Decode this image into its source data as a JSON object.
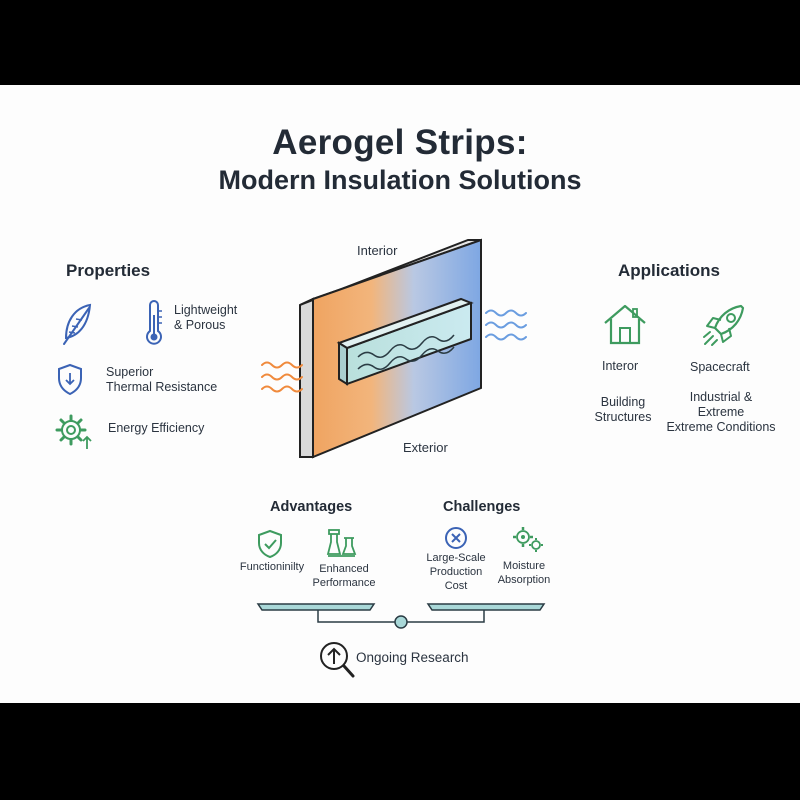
{
  "title": {
    "line1": "Aerogel Strips:",
    "line2": "Modern Insulation Solutions"
  },
  "center_diagram": {
    "top_label": "Interior",
    "bottom_label": "Exterior",
    "gradient_colors": {
      "warm": "#f0a461",
      "cool": "#7ea7e3",
      "strip": "#bfe3e6"
    },
    "heat_wave_color": "#f08a3c",
    "cool_wave_color": "#6a9de0"
  },
  "properties": {
    "heading": "Properties",
    "items": [
      {
        "icon": "feather-icon",
        "label": ""
      },
      {
        "icon": "thermometer-icon",
        "label_line1": "Lightweight",
        "label_line2": "& Porous"
      },
      {
        "icon": "shield-icon",
        "label_line1": "Superior",
        "label_line2": "Thermal Resistance"
      },
      {
        "icon": "gear-icon",
        "label": "Energy Efficiency"
      }
    ]
  },
  "applications": {
    "heading": "Applications",
    "items": [
      {
        "icon": "house-icon",
        "label": "Interor",
        "caption_line1": "Building",
        "caption_line2": "Structures"
      },
      {
        "icon": "rocket-icon",
        "label": "Spacecraft",
        "caption_line1": "Industrial &",
        "caption_line2": "Extreme",
        "caption_line3": "Extreme Conditions"
      }
    ]
  },
  "advantages": {
    "heading": "Advantages",
    "items": [
      {
        "icon": "shield-check-icon",
        "label": "Functioninilty"
      },
      {
        "icon": "lab-flask-icon",
        "label_line1": "Enhanced",
        "label_line2": "Performance"
      }
    ]
  },
  "challenges": {
    "heading": "Challenges",
    "items": [
      {
        "icon": "x-circle-icon",
        "label_line1": "Large-Scale",
        "label_line2": "Production",
        "label_line3": "Cost"
      },
      {
        "icon": "gears-icon",
        "label_line1": "Moisture",
        "label_line2": "Absorption"
      }
    ]
  },
  "footer": {
    "icon": "research-magnifier-icon",
    "label": "Ongoing Research"
  },
  "colors": {
    "blue_icon": "#3b63b5",
    "green_icon": "#3e9b5f",
    "balance_plate": "#a9d8d8"
  }
}
